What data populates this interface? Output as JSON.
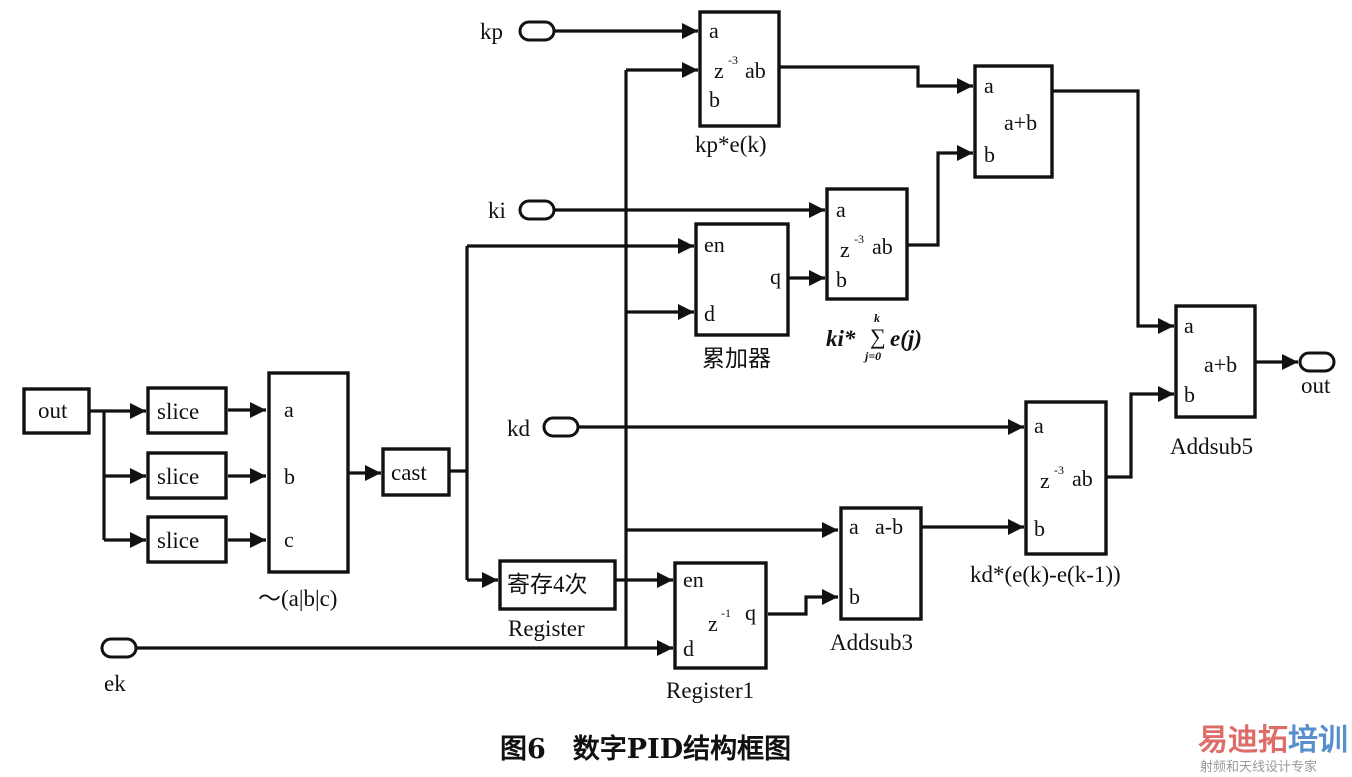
{
  "figure": {
    "caption": "图6　数字PID结构框图",
    "watermark": {
      "brand_part1": "易迪拓",
      "brand_part2": "培训",
      "slogan": "射频和天线设计专家",
      "colors": {
        "part1": "#d9534f",
        "part2": "#3a7cc4",
        "slogan": "#888888"
      }
    }
  },
  "inputs": {
    "kp": "kp",
    "ki": "ki",
    "kd": "kd",
    "ek": "ek"
  },
  "output_port": "out",
  "blocks": {
    "out_src": {
      "text": "out"
    },
    "slice1": {
      "text": "slice"
    },
    "slice2": {
      "text": "slice"
    },
    "slice3": {
      "text": "slice"
    },
    "nor": {
      "ports": [
        "a",
        "b",
        "c"
      ],
      "label": "～(a|b|c)"
    },
    "cast": {
      "text": "cast"
    },
    "register": {
      "text": "寄存4次",
      "label": "Register"
    },
    "register1": {
      "ports": {
        "en": "en",
        "d": "d",
        "q": "q"
      },
      "op": "z",
      "op_sup": "-1",
      "label": "Register1"
    },
    "accumulator": {
      "ports": {
        "en": "en",
        "d": "d",
        "q": "q"
      },
      "label": "累加器"
    },
    "mult_kp": {
      "ports": {
        "a": "a",
        "b": "b"
      },
      "op": "z",
      "op_sup": "-3",
      "op_tail": "ab",
      "label": "kp*e(k)"
    },
    "mult_ki": {
      "ports": {
        "a": "a",
        "b": "b"
      },
      "op": "z",
      "op_sup": "-3",
      "op_tail": "ab",
      "label_pre": "ki*",
      "label_sum": "∑",
      "label_top": "k",
      "label_bottom": "j=0",
      "label_post": "e(j)"
    },
    "mult_kd": {
      "ports": {
        "a": "a",
        "b": "b"
      },
      "op": "z",
      "op_sup": "-3",
      "op_tail": "ab",
      "label": "kd*(e(k)-e(k-1))"
    },
    "addsub_pi": {
      "ports": {
        "a": "a",
        "b": "b"
      },
      "op": "a+b"
    },
    "addsub3": {
      "ports": {
        "a": "a",
        "b": "b"
      },
      "op": "a-b",
      "label": "Addsub3"
    },
    "addsub5": {
      "ports": {
        "a": "a",
        "b": "b"
      },
      "op": "a+b",
      "label": "Addsub5"
    }
  }
}
